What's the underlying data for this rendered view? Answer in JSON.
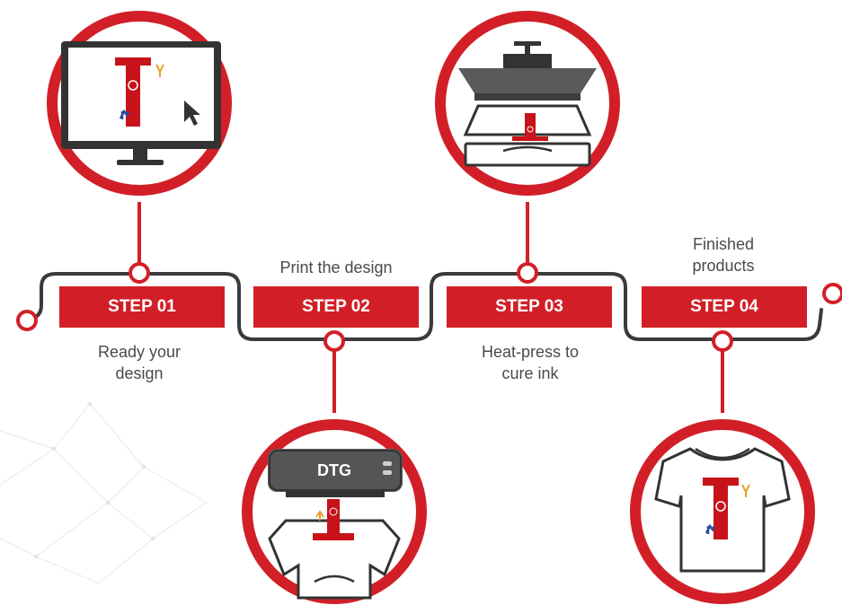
{
  "colors": {
    "accent": "#d21f27",
    "track": "#3a3a3a",
    "dark": "#3d3d3d",
    "text": "#4a4a4a"
  },
  "steps": [
    {
      "label": "STEP 01",
      "caption_line1": "Ready your",
      "caption_line2": "design",
      "icon": "monitor-icon"
    },
    {
      "label": "STEP 02",
      "caption_line1": "Print the design",
      "caption_line2": "",
      "icon": "dtg-printer-icon"
    },
    {
      "label": "STEP 03",
      "caption_line1": "Heat-press to",
      "caption_line2": "cure ink",
      "icon": "heat-press-icon"
    },
    {
      "label": "STEP 04",
      "caption_line1": "Finished",
      "caption_line2": "products",
      "icon": "tshirt-icon"
    }
  ],
  "printer": {
    "label": "DTG"
  }
}
